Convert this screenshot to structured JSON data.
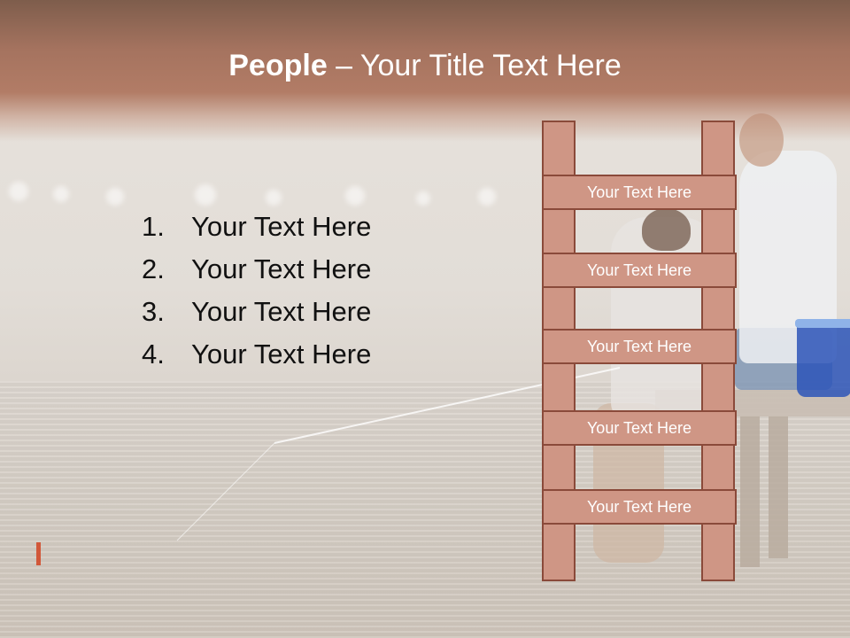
{
  "title": {
    "bold": "People",
    "rest": " – Your Title Text Here"
  },
  "list": [
    {
      "num": "1.",
      "text": "Your Text Here"
    },
    {
      "num": "2.",
      "text": "Your Text Here"
    },
    {
      "num": "3.",
      "text": "Your Text Here"
    },
    {
      "num": "4.",
      "text": "Your Text Here"
    }
  ],
  "ladder": {
    "rungs": [
      "Your Text Here",
      "Your Text Here",
      "Your Text Here",
      "Your Text Here",
      "Your Text Here"
    ]
  },
  "colors": {
    "title_band": "#a5735f",
    "ladder_fill": "#cf9685",
    "ladder_border": "#8a4a3a"
  }
}
